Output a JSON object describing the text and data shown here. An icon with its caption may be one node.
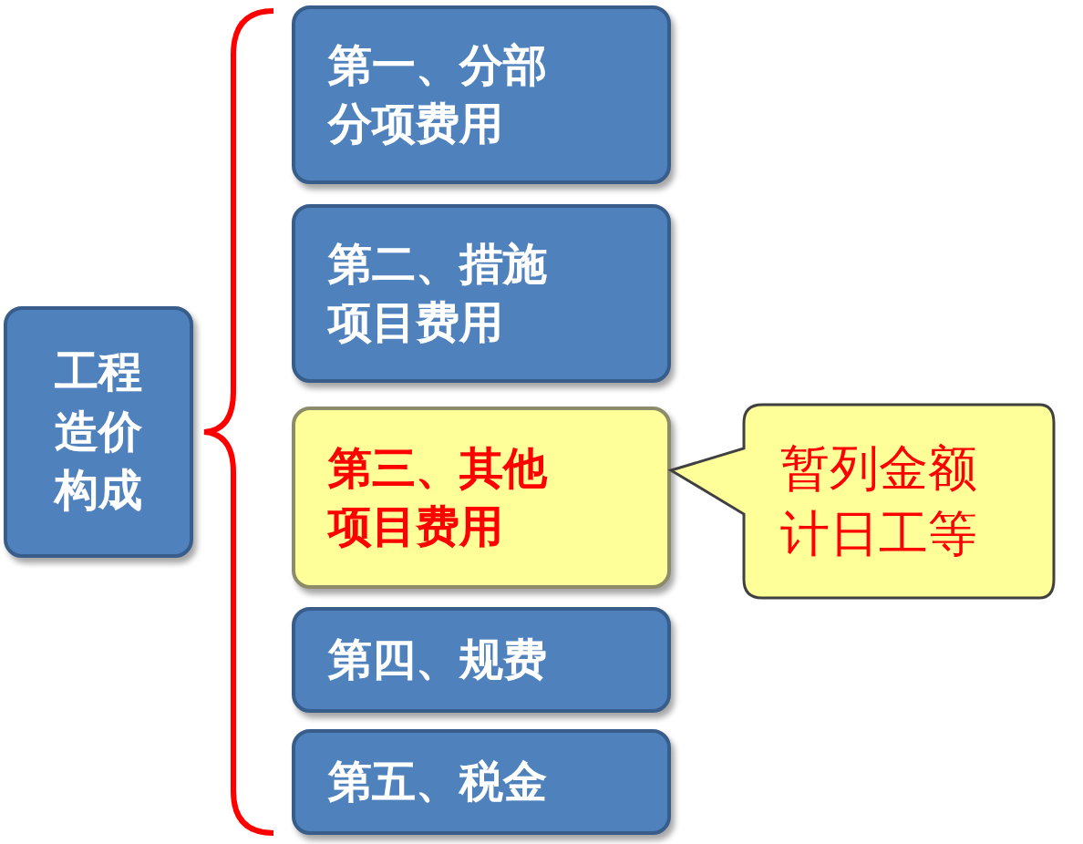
{
  "diagram": {
    "nodes": [
      {
        "text": [
          "工程造价构成"
        ]
      },
      {
        "text": [
          "第一、分部分项费用"
        ]
      },
      {
        "text": [
          "第二、措施项目费用"
        ]
      },
      {
        "text": [
          "第三、其他项目费用"
        ]
      },
      {
        "text": [
          "第四、规费"
        ]
      },
      {
        "text": [
          "第五、税金"
        ]
      },
      {
        "text": [
          "暂列金额计日工等"
        ]
      }
    ]
  }
}
